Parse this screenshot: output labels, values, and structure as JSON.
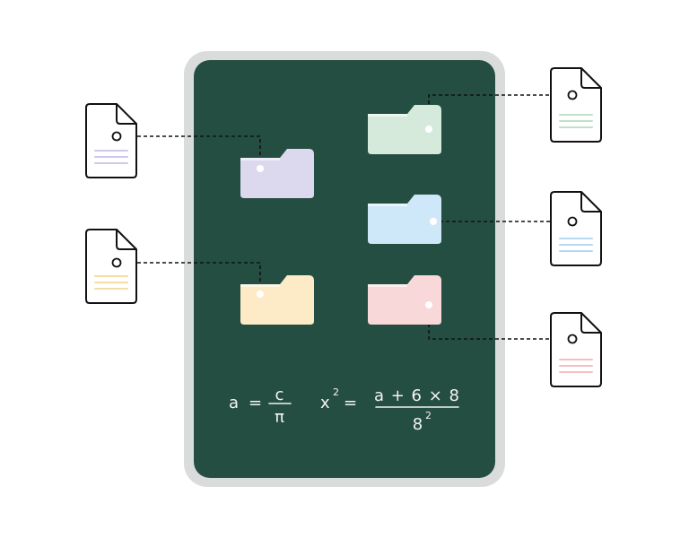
{
  "colors": {
    "board_frame": "#dadcdb",
    "board": "#254e43",
    "outline": "#111111",
    "dashed_line": "#111111",
    "chalk": "#f4f4f0",
    "pin": "#ffffff"
  },
  "nodes": [
    {
      "id": "purple",
      "folder_color": "#dcd9ef",
      "doc_line_color": "#cfc8ea",
      "doc_side": "left"
    },
    {
      "id": "yellow",
      "folder_color": "#fcebc6",
      "doc_line_color": "#f6dca6",
      "doc_side": "left"
    },
    {
      "id": "green",
      "folder_color": "#d5eadb",
      "doc_line_color": "#bfe1c9",
      "doc_side": "right"
    },
    {
      "id": "blue",
      "folder_color": "#cfe8f9",
      "doc_line_color": "#b4d9f1",
      "doc_side": "right"
    },
    {
      "id": "pink",
      "folder_color": "#f9d8d9",
      "doc_line_color": "#f3c0c2",
      "doc_side": "right"
    }
  ],
  "formula": {
    "a_lhs": "a",
    "eq": "=",
    "frac1_num": "c",
    "frac1_den": "π",
    "x_var": "x",
    "x_exp": "2",
    "frac2_num": "a + 6 × 8",
    "frac2_den": "8",
    "frac2_den_exp": "2"
  }
}
